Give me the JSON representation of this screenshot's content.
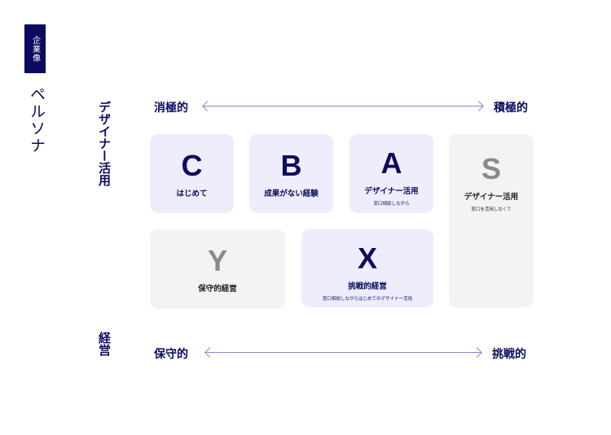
{
  "sidebar": {
    "badge": "企業像",
    "title": "ペルソナ"
  },
  "axes": {
    "vertical_top": "デザイナー活用",
    "vertical_bottom": "経営",
    "top_left": "消極的",
    "top_right": "積極的",
    "bottom_left": "保守的",
    "bottom_right": "挑戦的"
  },
  "cards": [
    {
      "letter": "C",
      "name": "はじめて",
      "sub": ""
    },
    {
      "letter": "B",
      "name": "成果がない経験",
      "sub": ""
    },
    {
      "letter": "A",
      "name": "デザイナー活用",
      "sub": "窓口相談しながら"
    },
    {
      "letter": "S",
      "name": "デザイナー活用",
      "sub": "窓口を活用しなくて"
    },
    {
      "letter": "Y",
      "name": "保守的経営",
      "sub": ""
    },
    {
      "letter": "X",
      "name": "挑戦的経営",
      "sub": "窓口相談しながらはじめてのデザイナー活用"
    }
  ]
}
